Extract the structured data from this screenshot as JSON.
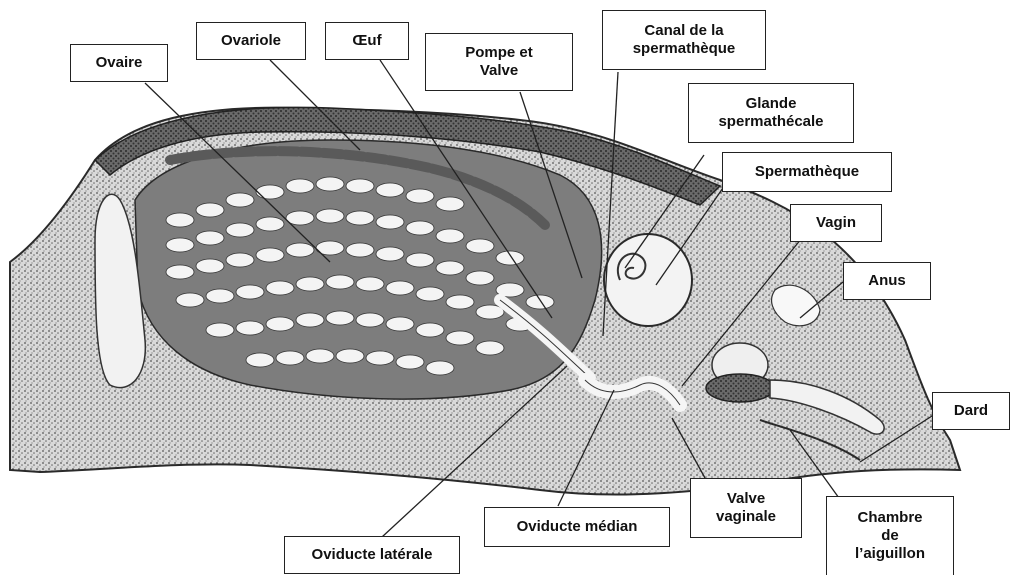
{
  "labels": {
    "ovaire": "Ovaire",
    "ovariole": "Ovariole",
    "oeuf": "Œuf",
    "pompe_line1": "Pompe et",
    "pompe_line2": "Valve",
    "canal_line1": "Canal de la",
    "canal_line2": "spermathèque",
    "glande_line1": "Glande",
    "glande_line2": "spermathécale",
    "spermatheque": "Spermathèque",
    "vagin": "Vagin",
    "anus": "Anus",
    "dard": "Dard",
    "chambre_line1": "Chambre",
    "chambre_line2": "de",
    "chambre_line3": "l’aiguillon",
    "valve_vaginale_line1": "Valve",
    "valve_vaginale_line2": "vaginale",
    "oviducte_median": "Oviducte médian",
    "oviducte_laterale": "Oviducte latérale"
  },
  "colors": {
    "label_border": "#222222",
    "leader_line": "#222222",
    "tissue_dark": "#3a3a3a",
    "tissue_mid": "#8a8a8a",
    "egg_fill": "#f4f4f4"
  }
}
